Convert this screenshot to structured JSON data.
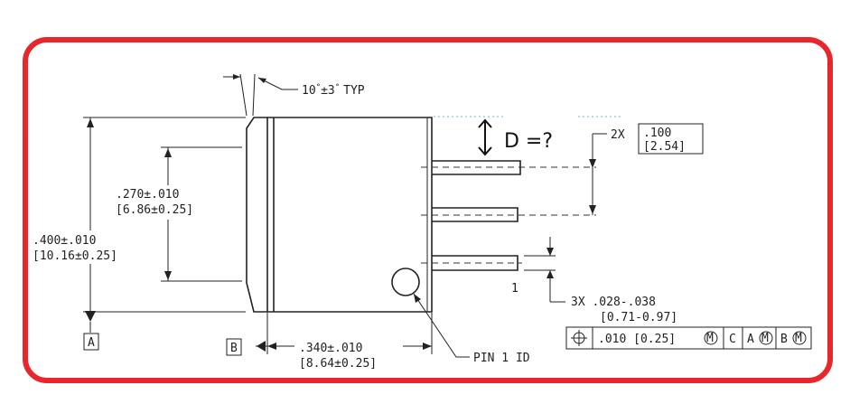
{
  "angle_note": {
    "main": "10",
    "tol": "±3",
    "typ": "TYP"
  },
  "overall_height": {
    "inch": ".400±.010",
    "mm": "[10.16±0.25]"
  },
  "inner_height": {
    "inch": ".270±.010",
    "mm": "[6.86±0.25]"
  },
  "length": {
    "inch": ".340±.010",
    "mm": "[8.64±0.25]"
  },
  "pitch": {
    "count": "2X",
    "inch": ".100",
    "mm": "[2.54]"
  },
  "unknown_dim": "D =?",
  "pin_number": "1",
  "pin_diameter": {
    "count_inch": "3X  .028-.038",
    "mm": "[0.71-0.97]"
  },
  "pin1_label": "PIN 1 ID",
  "datum_a": "A",
  "datum_b": "B",
  "fcf": {
    "tolerance": ".010 [0.25]",
    "primary": "C",
    "secondary": "A",
    "tertiary": "B",
    "modifier": "M"
  },
  "colors": {
    "frame": "#e8262b",
    "line": "#222222",
    "accent_line": "#7fb3c8"
  }
}
